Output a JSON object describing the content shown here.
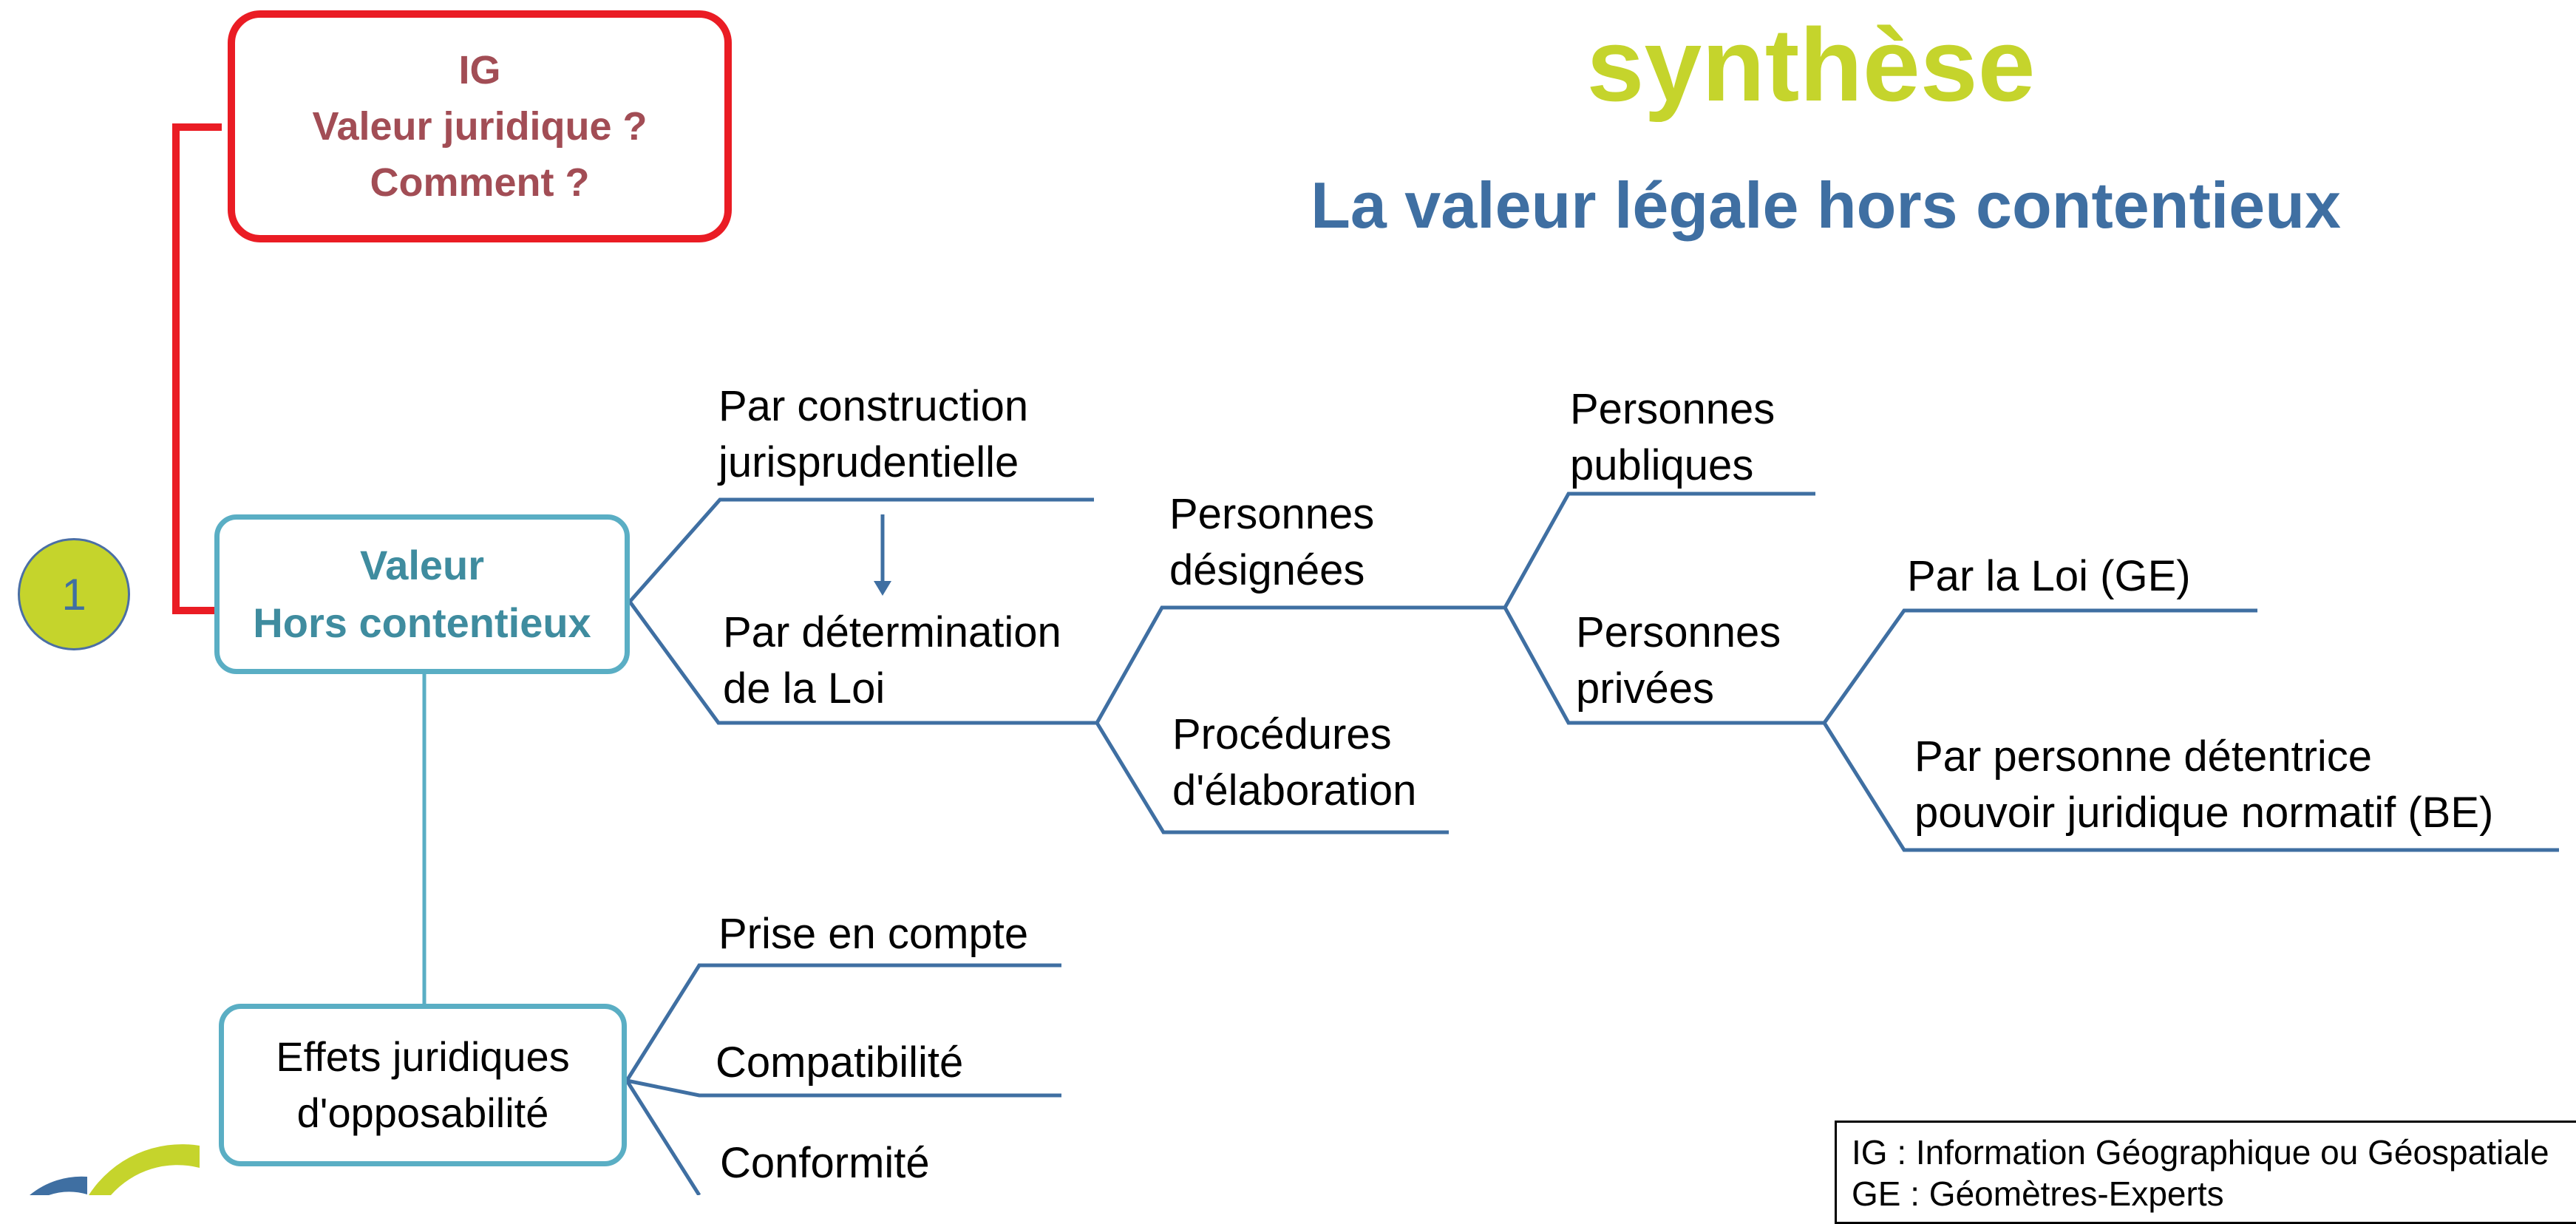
{
  "header": {
    "title_line2": "synthèse",
    "subtitle": "La valeur légale hors contentieux"
  },
  "badge": {
    "number": "1"
  },
  "box_ig": {
    "line1": "IG",
    "line2": "Valeur juridique ?",
    "line3": "Comment ?"
  },
  "box_valeur": {
    "line1": "Valeur",
    "line2": "Hors contentieux"
  },
  "box_effets": {
    "line1": "Effets juridiques",
    "line2": "d'opposabilité"
  },
  "labels": {
    "par_construction": {
      "l1": "Par construction",
      "l2": "jurisprudentielle"
    },
    "par_determination": {
      "l1": "Par détermination",
      "l2": "de la Loi"
    },
    "personnes_designees": {
      "l1": "Personnes",
      "l2": "désignées"
    },
    "procedures": {
      "l1": "Procédures",
      "l2": "d'élaboration"
    },
    "personnes_publiques": {
      "l1": "Personnes",
      "l2": "publiques"
    },
    "personnes_privees": {
      "l1": "Personnes",
      "l2": "privées"
    },
    "par_la_loi": "Par la Loi (GE)",
    "par_personne": {
      "l1": "Par personne détentrice",
      "l2": "pouvoir juridique normatif (BE)"
    },
    "prise_en_compte": "Prise en compte",
    "compatibilite": "Compatibilité",
    "conformite": "Conformité"
  },
  "legend": {
    "line1": "IG : Information Géographique ou Géospatiale",
    "line2": "GE : Géomètres-Experts"
  },
  "colors": {
    "title": "#c5d42c",
    "subtitle": "#3f6fa2",
    "ig_border": "#ea1c24",
    "ig_text": "#a24d55",
    "box_border": "#5aaec4",
    "connector": "#3f6fa2"
  }
}
